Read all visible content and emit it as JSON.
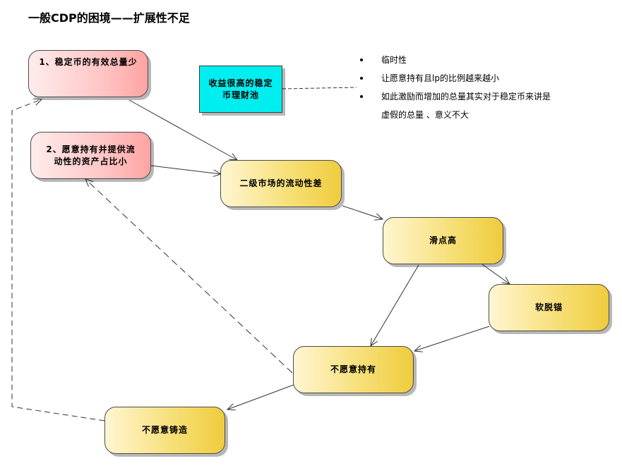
{
  "title": "一般CDP的困境——扩展性不足",
  "nodes": {
    "stable_supply": "1、稳定币的有效总量少",
    "holding_ratio": "2、愿意持有并提供流动性的资产占比小",
    "yield_pool": "收益很高的稳定币理财池",
    "liquidity": "二级市场的流动性差",
    "slippage": "滑点高",
    "depeg": "软脱锚",
    "unwilling_hold": "不愿意持有",
    "unwilling_mint": "不愿意铸造"
  },
  "notes": [
    "临时性",
    "让愿意持有且lp的比例越来越小",
    "如此激励而增加的总量其实对于稳定币来讲是",
    "虚假的总量 、意义不大"
  ],
  "colors": {
    "pink_node": "#ffb3b3",
    "yellow_node": "#f4d75a",
    "cyan_node": "#00eef0"
  }
}
